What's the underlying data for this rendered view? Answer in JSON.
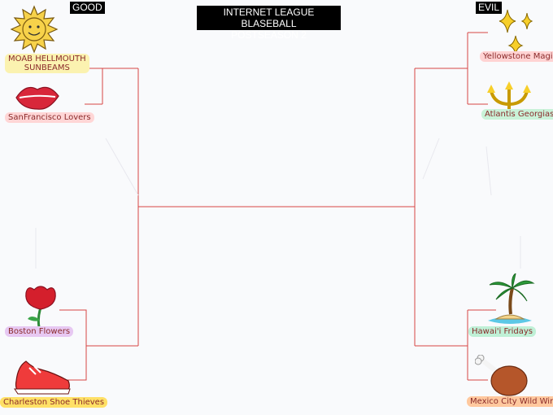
{
  "header": {
    "title_line1": "INTERNET LEAGUE BLASEBALL",
    "title_line2": "POSTSEASON 2"
  },
  "conferences": {
    "left": "GOOD",
    "right": "EVIL"
  },
  "teams": {
    "sunbeams": {
      "line1": "MOAB HELLMOUTH",
      "line2": "SUNBEAMS",
      "highlight": "#fbf2b0",
      "logo": "sun-icon"
    },
    "lovers": {
      "label": "SanFrancisco Lovers",
      "highlight": "#ffd6d6",
      "logo": "lips-icon"
    },
    "flowers": {
      "label": "Boston Flowers",
      "highlight": "#e7c8f2",
      "logo": "rose-icon"
    },
    "shoe_thieves": {
      "label": "Charleston Shoe Thieves",
      "highlight": "#ffe066",
      "logo": "sneaker-icon"
    },
    "magic": {
      "label": "Yellowstone Magic",
      "highlight": "#ffd3d3",
      "logo": "sparkles-icon"
    },
    "georgias": {
      "label": "Atlantis Georgias",
      "highlight": "#c9f2d8",
      "logo": "trident-icon"
    },
    "fridays": {
      "label": "Hawai'i Fridays",
      "highlight": "#bff0d6",
      "logo": "palm-island-icon"
    },
    "wild_wings": {
      "label": "Mexico City Wild Wings",
      "highlight": "#ffc89e",
      "logo": "drumstick-icon"
    }
  },
  "colors": {
    "bracket_line": "#d64545",
    "background": "#f9fafc"
  }
}
